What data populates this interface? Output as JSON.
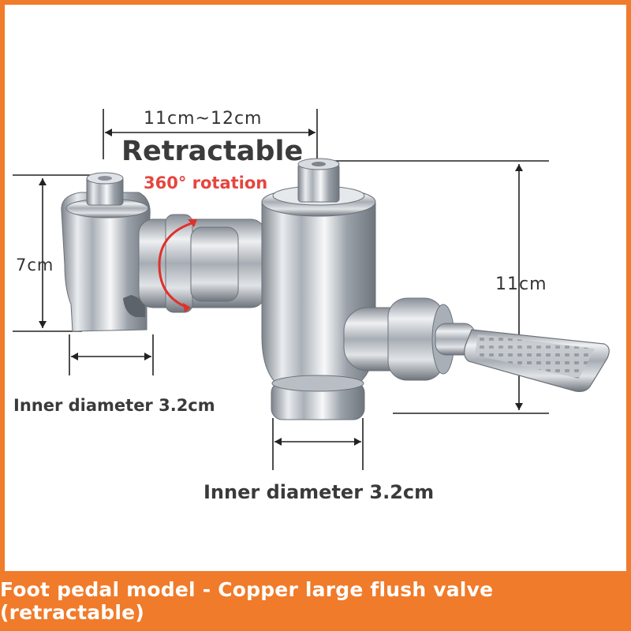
{
  "dimensions": {
    "top_width": "11cm~12cm",
    "left_height": "7cm",
    "right_height": "11cm",
    "inner_diameter_left": "Inner diameter 3.2cm",
    "inner_diameter_bottom": "Inner diameter 3.2cm"
  },
  "feature": {
    "title": "Retractable",
    "subtitle": "360° rotation"
  },
  "footer": {
    "caption": "Foot pedal model - Copper large flush valve (retractable)"
  },
  "colors": {
    "frame": "#f07b2a",
    "accent_red": "#e5463f",
    "text_dark": "#333333",
    "chrome": "#c9cdd3"
  },
  "icons": [
    "flush-valve-photo",
    "rotation-arrow-icon"
  ]
}
